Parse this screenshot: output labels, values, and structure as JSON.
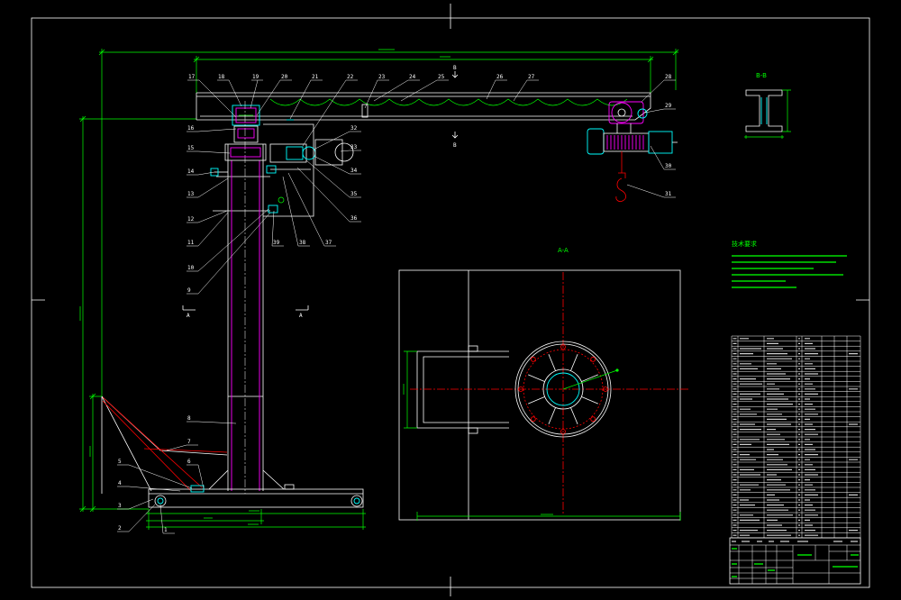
{
  "drawing": {
    "section_a_left": "A",
    "section_a_right": "A",
    "view_b_top": "B",
    "view_b_bottom": "B",
    "plan_view_label": "A-A",
    "detail_label": "B-B",
    "tech_req_title": "技术要求"
  },
  "balloons": [
    "1",
    "2",
    "3",
    "4",
    "5",
    "6",
    "7",
    "8",
    "9",
    "10",
    "11",
    "12",
    "13",
    "14",
    "15",
    "16",
    "17",
    "18",
    "19",
    "20",
    "21",
    "22",
    "23",
    "24",
    "25",
    "26",
    "27",
    "28",
    "29",
    "30",
    "31",
    "32",
    "33",
    "34",
    "35",
    "36",
    "37",
    "38",
    "39"
  ],
  "colors": {
    "background": "#000000",
    "outline": "#ffffff",
    "dimension": "#00ff00",
    "hidden": "#00ffff",
    "accent": "#ff00ff",
    "centerline": "#ff0000"
  }
}
